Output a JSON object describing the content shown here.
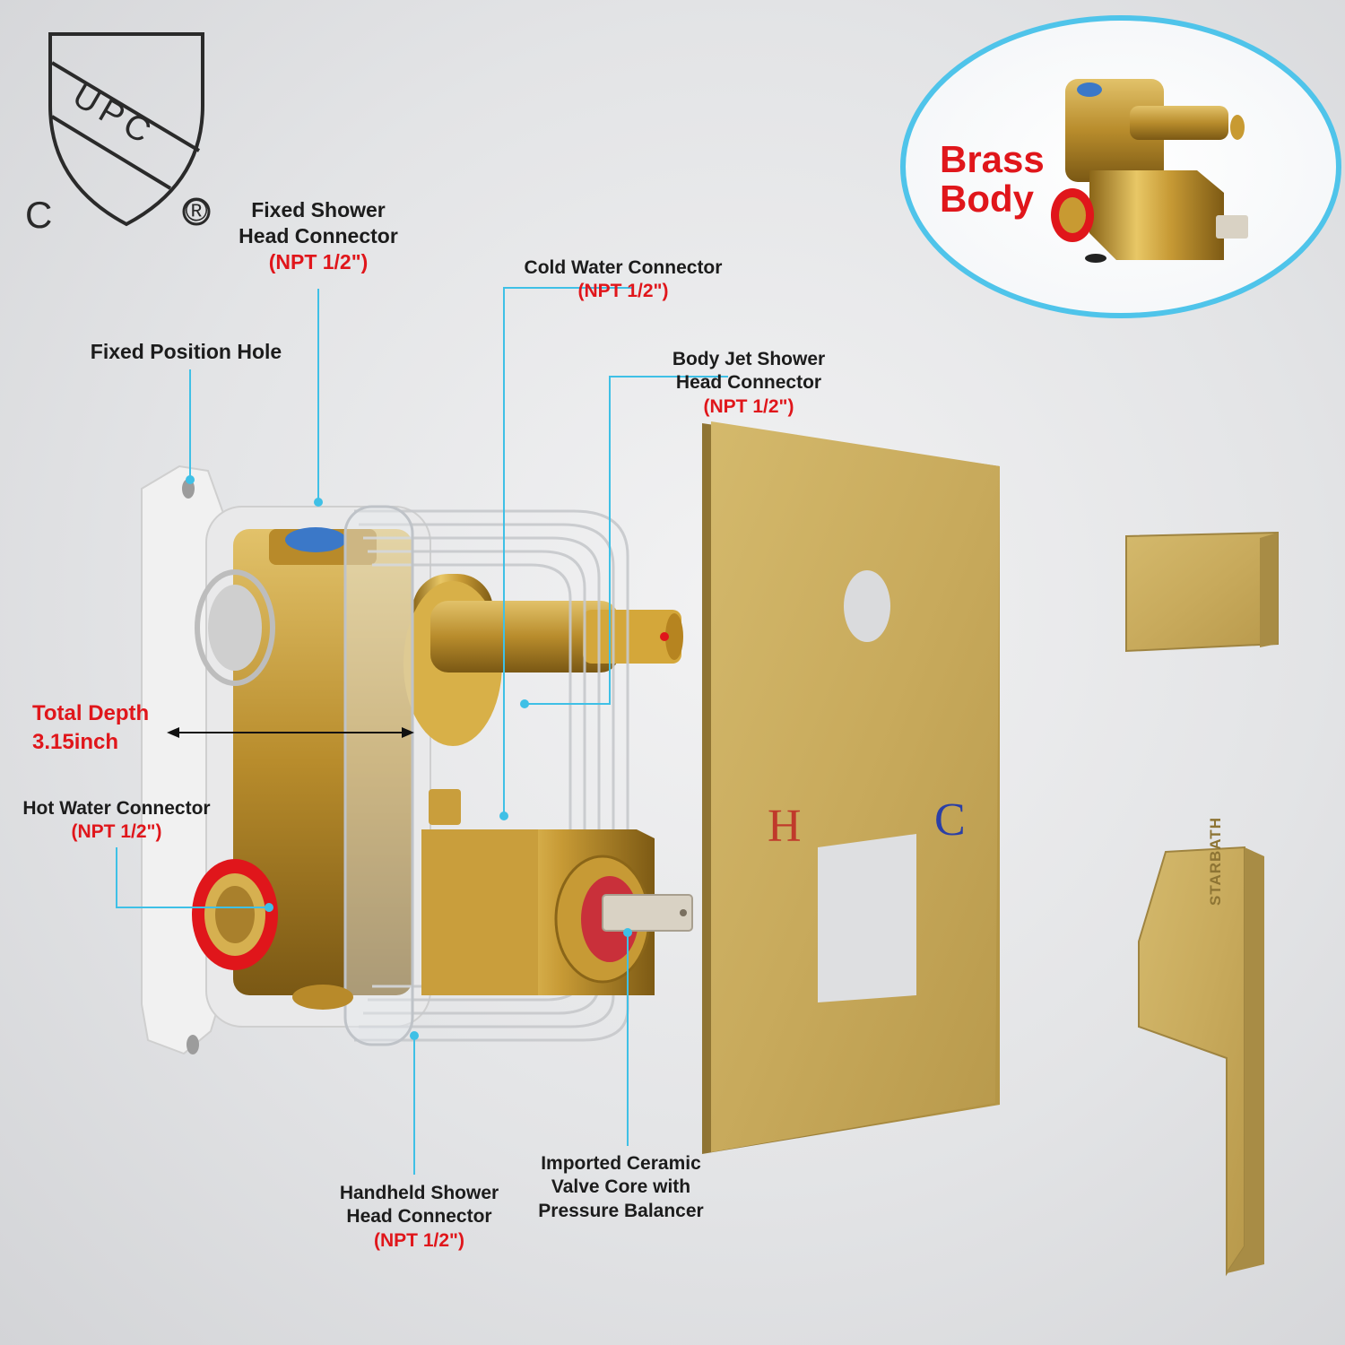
{
  "certification": {
    "upc_letters": "UPC",
    "c_letter": "C",
    "registered_mark": "®"
  },
  "callouts": {
    "fixed_shower": {
      "line1": "Fixed Shower",
      "line2": "Head Connector",
      "spec": "(NPT 1/2\")"
    },
    "cold_water": {
      "line1": "Cold Water Connector",
      "spec": "(NPT 1/2\")"
    },
    "body_jet": {
      "line1": "Body Jet Shower",
      "line2": "Head Connector",
      "spec": "(NPT 1/2\")"
    },
    "fixed_hole": {
      "line1": "Fixed Position Hole"
    },
    "total_depth": {
      "line1": "Total Depth",
      "line2": "3.15inch"
    },
    "hot_water": {
      "line1": "Hot Water Connector",
      "spec": "(NPT 1/2\")"
    },
    "handheld": {
      "line1": "Handheld Shower",
      "line2": "Head Connector",
      "spec": "(NPT 1/2\")"
    },
    "ceramic": {
      "line1": "Imported Ceramic",
      "line2": "Valve Core with",
      "line3": "Pressure Balancer"
    }
  },
  "inset": {
    "line1": "Brass",
    "line2": "Body"
  },
  "trim_plate": {
    "hot_mark": "H",
    "cold_mark": "C"
  },
  "handle": {
    "brand": "STARBATH"
  },
  "colors": {
    "callout_line": "#3fc0e6",
    "spec_red": "#e0161b",
    "brass": "#c9a24a",
    "plate_gold": "#c8aa5c"
  }
}
